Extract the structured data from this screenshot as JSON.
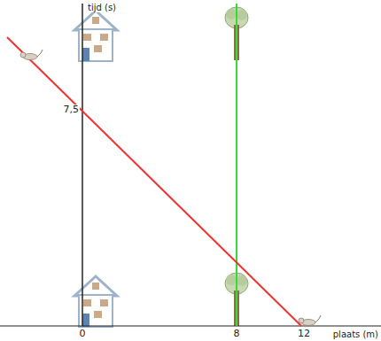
{
  "diagram": {
    "labels": [
      "tijd (s)",
      "7,5",
      "0",
      "8",
      "12",
      "plaats (m)"
    ]
  }
}
